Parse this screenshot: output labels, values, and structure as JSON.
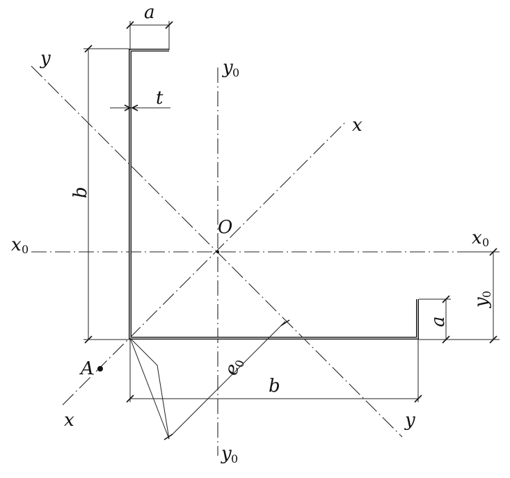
{
  "labels": {
    "a_top": "a",
    "a_right": "a",
    "t": "t",
    "b_left": "b",
    "b_bottom": "b",
    "O": "O",
    "A": "A",
    "e0_main": "e",
    "e0_sub": "0",
    "x_upper": "x",
    "x_lower": "x",
    "y_upper": "y",
    "y_lower": "y",
    "x0_left_main": "x",
    "x0_left_sub": "0",
    "x0_right_main": "x",
    "x0_right_sub": "0",
    "y0_top_main": "y",
    "y0_top_sub": "0",
    "y0_bottom_main": "y",
    "y0_bottom_sub": "0",
    "y0_dim_main": "y",
    "y0_dim_sub": "0"
  }
}
